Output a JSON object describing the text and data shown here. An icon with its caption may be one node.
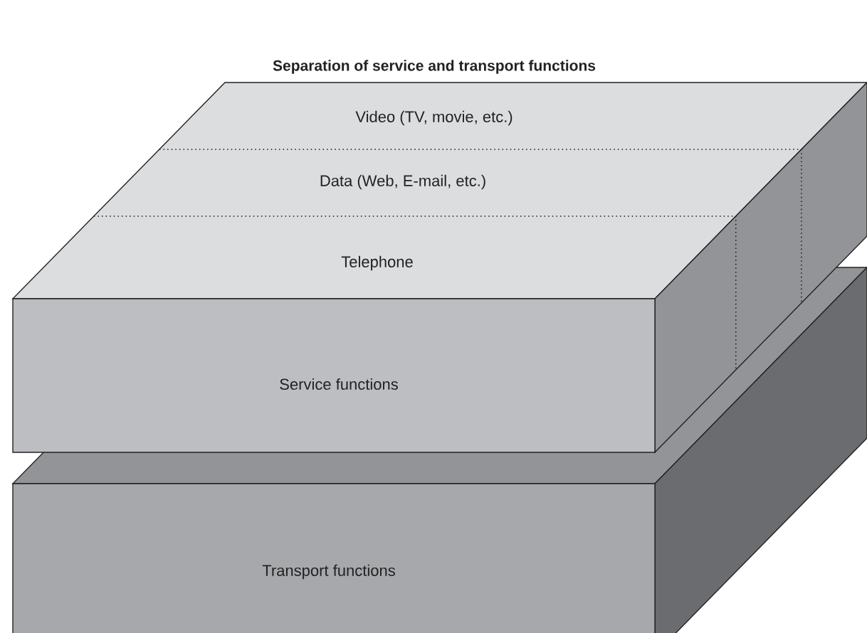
{
  "diagram": {
    "title": "Separation of service and transport functions",
    "nodes": [
      {
        "text": [
          "Service functions"
        ]
      },
      {
        "text": [
          "Video (TV, movie, etc.)"
        ]
      },
      {
        "text": [
          "Data (Web, E-mail, etc.)"
        ]
      },
      {
        "text": [
          "Telephone"
        ]
      },
      {
        "text": [
          "Transport functions"
        ]
      }
    ]
  }
}
